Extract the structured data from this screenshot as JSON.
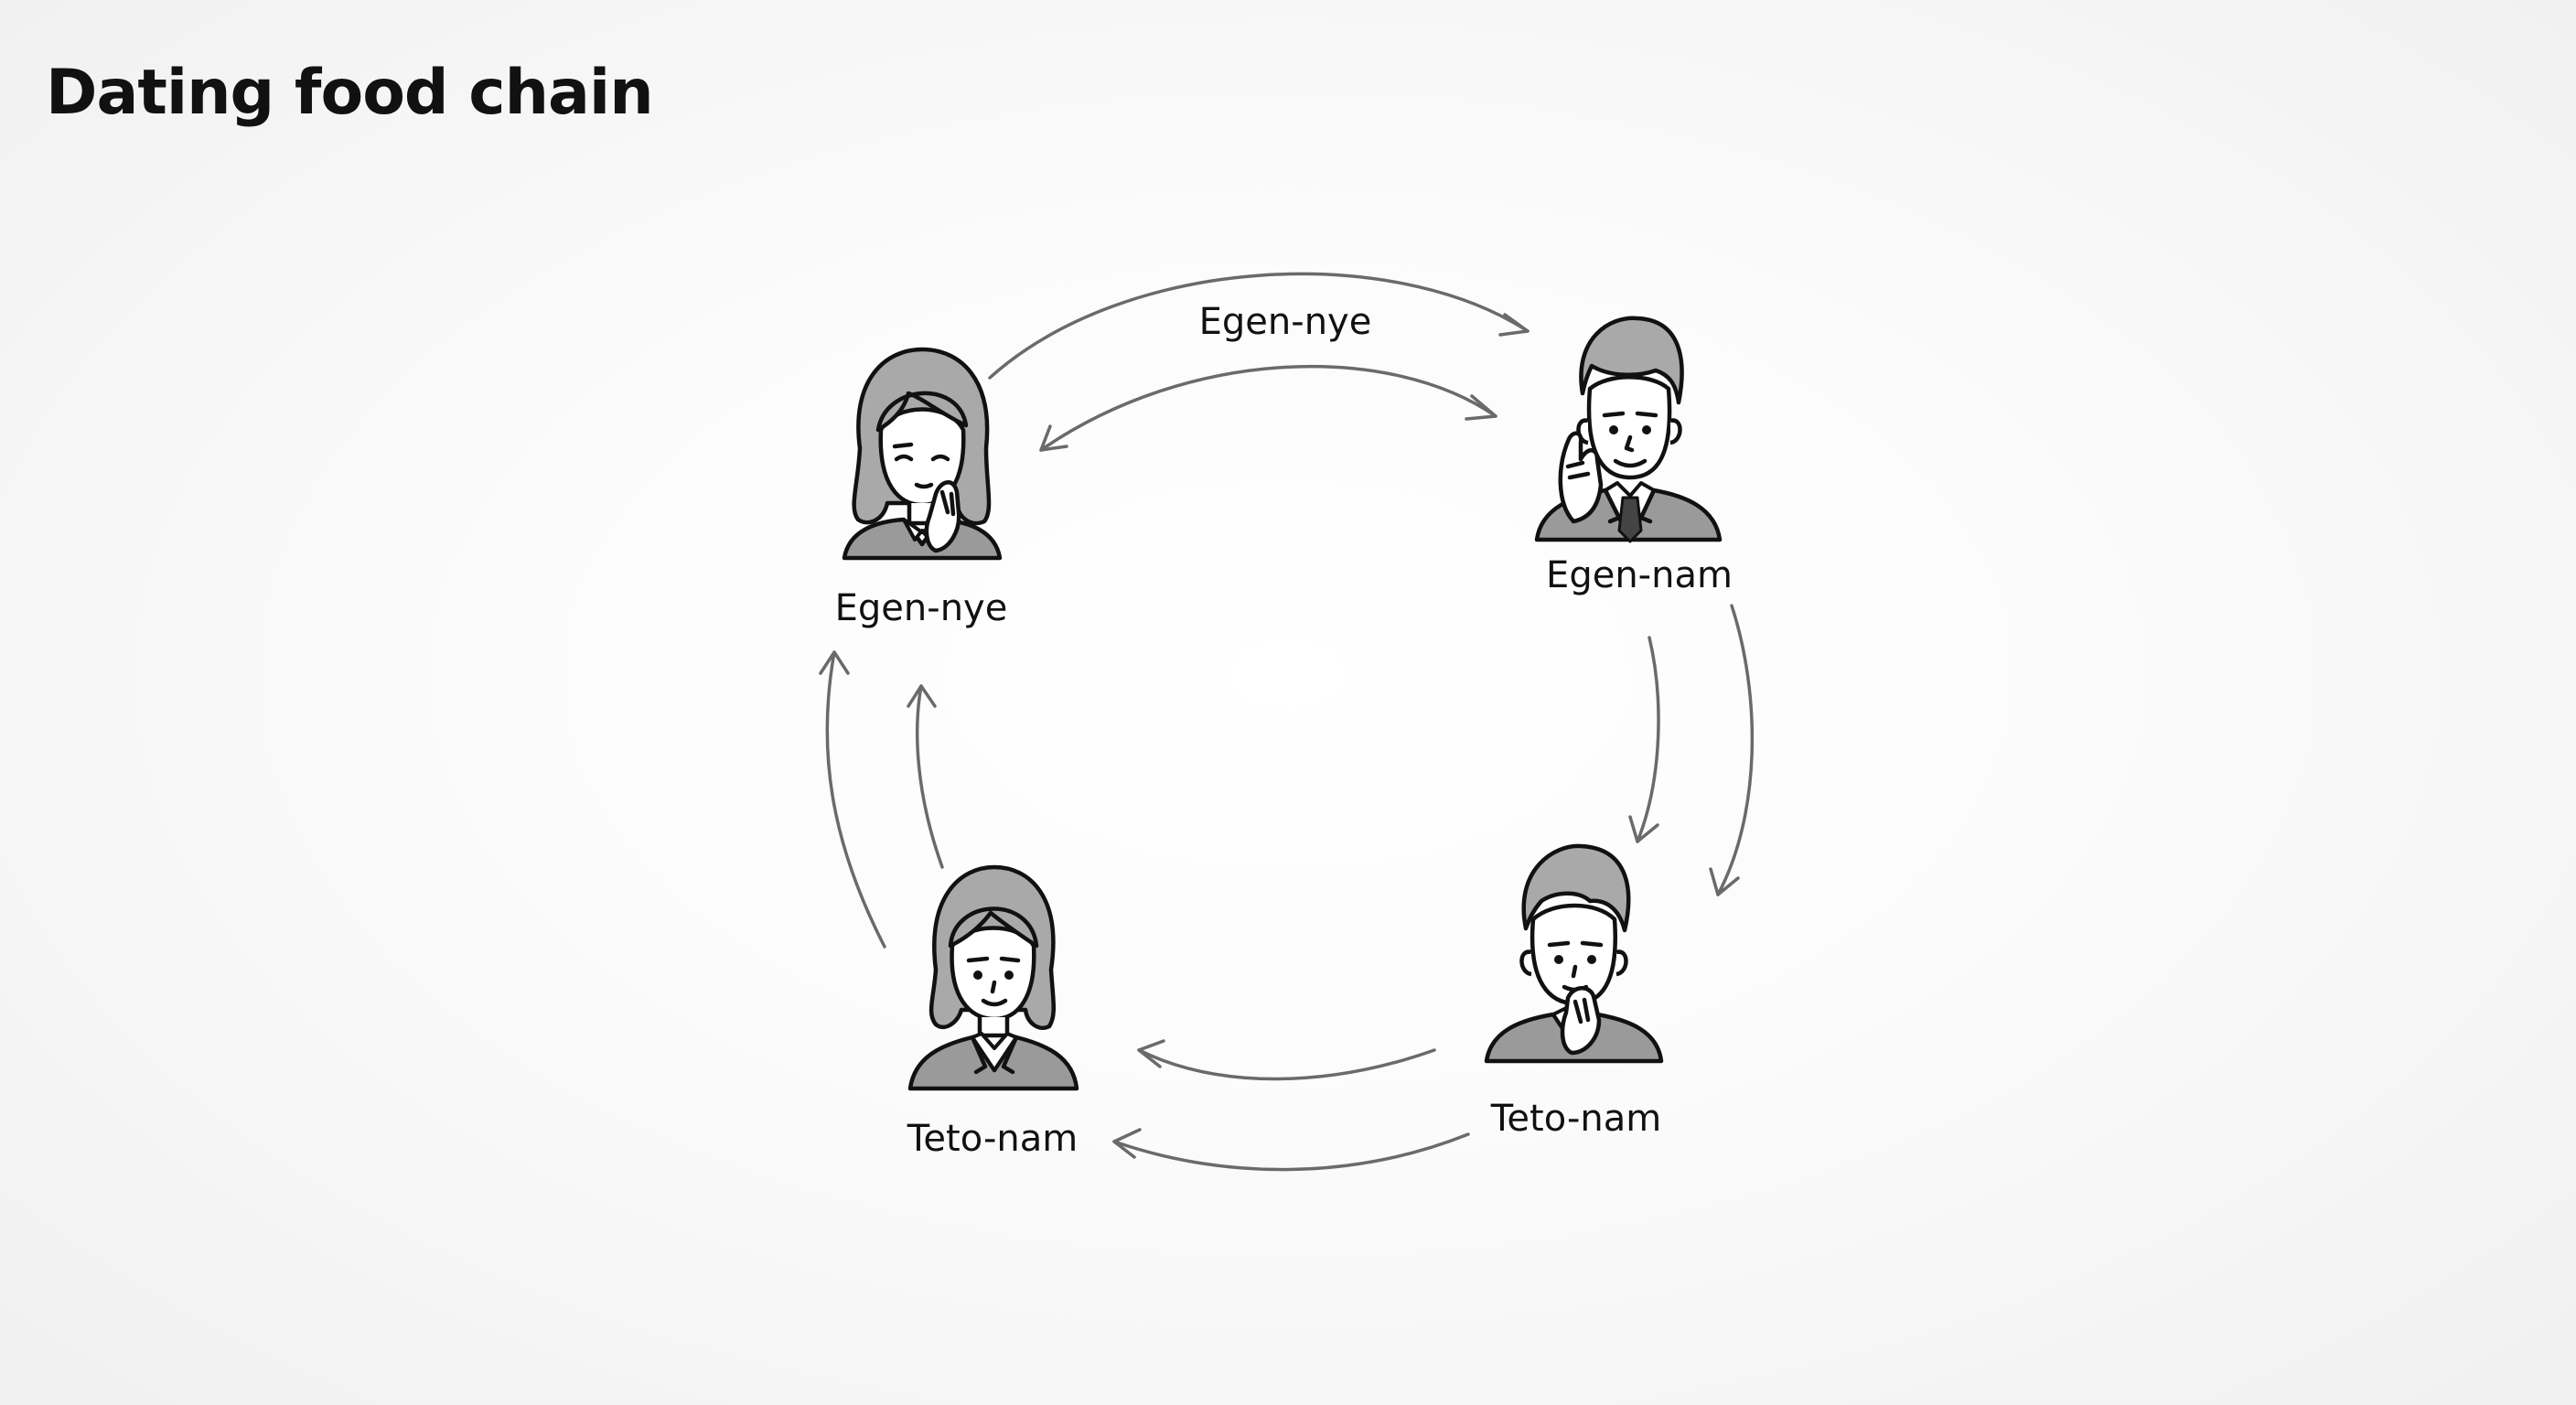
{
  "title": "Dating food chain",
  "nodes": [
    {
      "label": "Egen-nye",
      "icon": "woman-thinking-icon"
    },
    {
      "label": "Egen-nam",
      "icon": "man-in-suit-icon"
    },
    {
      "label": "Teto-nam",
      "icon": "man-thinking-icon"
    },
    {
      "label": "Teto-nam",
      "icon": "woman-in-blazer-icon"
    }
  ],
  "edge_labels": [
    "Egen-nye"
  ],
  "colors": {
    "arrow": "#6a6a6a",
    "line": "#111111",
    "fill_gray": "#9a9a9a"
  }
}
